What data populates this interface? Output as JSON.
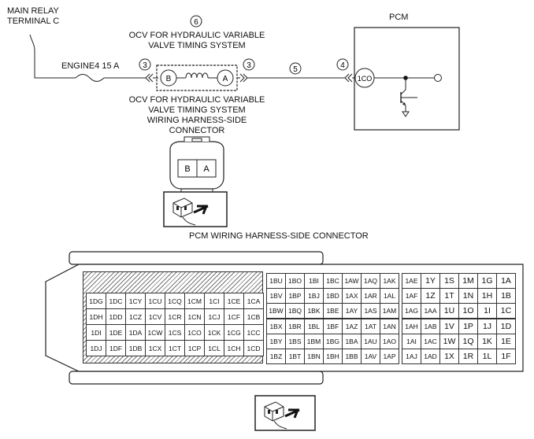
{
  "labels": {
    "main_relay": [
      "MAIN RELAY",
      "TERMINAL C"
    ],
    "pcm": "PCM",
    "fuse": "ENGINE4 15 A",
    "ocv_top": [
      "OCV FOR HYDRAULIC VARIABLE",
      "VALVE TIMING SYSTEM"
    ],
    "ocv_bottom": [
      "OCV FOR HYDRAULIC VARIABLE",
      "VALVE TIMING SYSTEM",
      "WIRING HARNESS-SIDE",
      "CONNECTOR"
    ],
    "pcm_connector_title": "PCM WIRING HARNESS-SIDE CONNECTOR",
    "circled_numbers": [
      "6",
      "3",
      "3",
      "5",
      "4"
    ],
    "terminal_b": "B",
    "terminal_a": "A",
    "pcm_terminal": "1CO",
    "ocv_connector_pins": [
      "B",
      "A"
    ]
  },
  "pcm_connector": {
    "hatched_block": [
      [
        "1DG",
        "1DC",
        "1CY",
        "1CU",
        "1CQ",
        "1CM",
        "1CI",
        "1CE",
        "1CA"
      ],
      [
        "1DH",
        "1DD",
        "1CZ",
        "1CV",
        "1CR",
        "1CN",
        "1CJ",
        "1CF",
        "1CB"
      ],
      [
        "1DI",
        "1DE",
        "1DA",
        "1CW",
        "1CS",
        "1CO",
        "1CK",
        "1CG",
        "1CC"
      ],
      [
        "1DJ",
        "1DF",
        "1DB",
        "1CX",
        "1CT",
        "1CP",
        "1CL",
        "1CH",
        "1CD"
      ]
    ],
    "middle_top": [
      [
        "1BU",
        "1BO",
        "1BI",
        "1BC",
        "1AW",
        "1AQ",
        "1AK"
      ],
      [
        "1BV",
        "1BP",
        "1BJ",
        "1BD",
        "1AX",
        "1AR",
        "1AL"
      ],
      [
        "1BW",
        "1BQ",
        "1BK",
        "1BE",
        "1AY",
        "1AS",
        "1AM"
      ]
    ],
    "middle_bottom": [
      [
        "1BX",
        "1BR",
        "1BL",
        "1BF",
        "1AZ",
        "1AT",
        "1AN"
      ],
      [
        "1BY",
        "1BS",
        "1BM",
        "1BG",
        "1BA",
        "1AU",
        "1AO"
      ],
      [
        "1BZ",
        "1BT",
        "1BN",
        "1BH",
        "1BB",
        "1AV",
        "1AP"
      ]
    ],
    "right_top": [
      [
        "1AE",
        "1Y",
        "1S",
        "1M",
        "1G",
        "1A"
      ],
      [
        "1AF",
        "1Z",
        "1T",
        "1N",
        "1H",
        "1B"
      ],
      [
        "1AG",
        "1AA",
        "1U",
        "1O",
        "1I",
        "1C"
      ]
    ],
    "right_bottom": [
      [
        "1AH",
        "1AB",
        "1V",
        "1P",
        "1J",
        "1D"
      ],
      [
        "1AI",
        "1AC",
        "1W",
        "1Q",
        "1K",
        "1E"
      ],
      [
        "1AJ",
        "1AD",
        "1X",
        "1R",
        "1L",
        "1F"
      ]
    ]
  }
}
